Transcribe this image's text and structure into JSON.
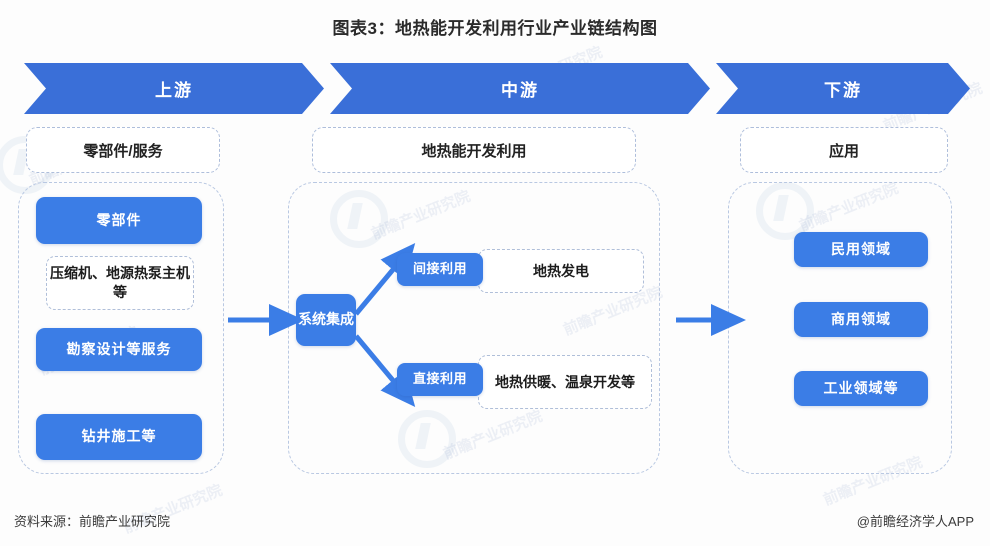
{
  "title": "图表3：地热能开发利用行业产业链结构图",
  "banner": {
    "upstream": "上游",
    "midstream": "中游",
    "downstream": "下游"
  },
  "columns": {
    "upstream": {
      "header": "零部件/服务",
      "items": [
        {
          "label": "零部件",
          "style": "blue"
        },
        {
          "label": "压缩机、地源热泵主机等",
          "style": "dashed"
        },
        {
          "label": "勘察设计等服务",
          "style": "blue"
        },
        {
          "label": "钻井施工等",
          "style": "blue"
        }
      ]
    },
    "midstream": {
      "header": "地热能开发利用",
      "system": "系统集成",
      "branches": [
        {
          "tag": "间接利用",
          "target": "地热发电"
        },
        {
          "tag": "直接利用",
          "target": "地热供暖、温泉开发等"
        }
      ]
    },
    "downstream": {
      "header": "应用",
      "items": [
        {
          "label": "民用领域"
        },
        {
          "label": "商用领域"
        },
        {
          "label": "工业领域等"
        }
      ]
    }
  },
  "footer": {
    "source": "资料来源：前瞻产业研究院",
    "app": "@前瞻经济学人APP"
  },
  "watermark": {
    "text": "前瞻产业研究院"
  },
  "colors": {
    "accent": "#3b7de6",
    "banner": "#3a6fd8",
    "dash": "#b0bfd9"
  }
}
